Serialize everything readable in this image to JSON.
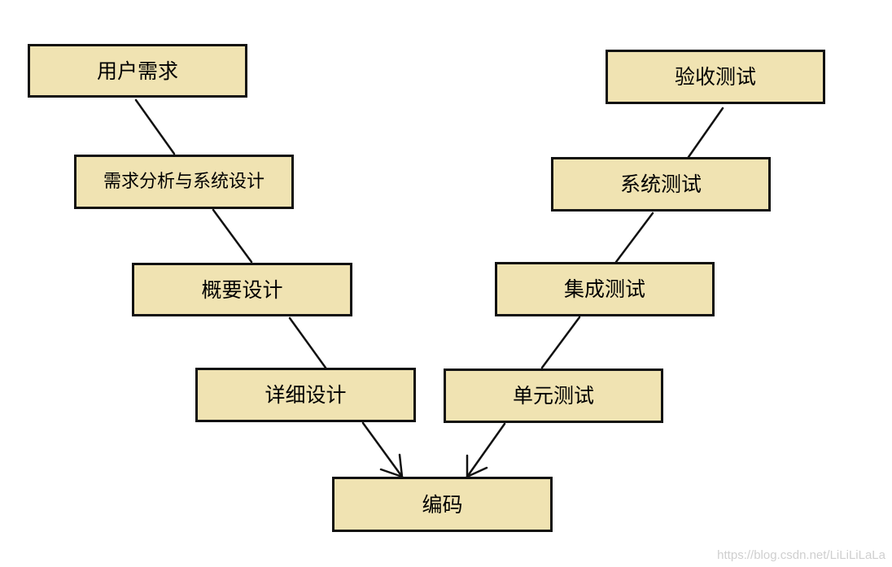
{
  "diagram": {
    "nodes": [
      {
        "id": "user-requirements",
        "label": "用户需求"
      },
      {
        "id": "requirements-analysis",
        "label": "需求分析与系统设计"
      },
      {
        "id": "outline-design",
        "label": "概要设计"
      },
      {
        "id": "detailed-design",
        "label": "详细设计"
      },
      {
        "id": "coding",
        "label": "编码"
      },
      {
        "id": "unit-testing",
        "label": "单元测试"
      },
      {
        "id": "integration-testing",
        "label": "集成测试"
      },
      {
        "id": "system-testing",
        "label": "系统测试"
      },
      {
        "id": "acceptance-testing",
        "label": "验收测试"
      }
    ],
    "edges": [
      {
        "from": "user-requirements",
        "to": "requirements-analysis",
        "arrow": false
      },
      {
        "from": "requirements-analysis",
        "to": "outline-design",
        "arrow": false
      },
      {
        "from": "outline-design",
        "to": "detailed-design",
        "arrow": false
      },
      {
        "from": "detailed-design",
        "to": "coding",
        "arrow": true
      },
      {
        "from": "unit-testing",
        "to": "coding",
        "arrow": true
      },
      {
        "from": "integration-testing",
        "to": "unit-testing",
        "arrow": false
      },
      {
        "from": "system-testing",
        "to": "integration-testing",
        "arrow": false
      },
      {
        "from": "acceptance-testing",
        "to": "system-testing",
        "arrow": false
      }
    ]
  },
  "watermark": "https://blog.csdn.net/LiLiLiLaLa",
  "colors": {
    "node_fill": "#f0e3b2",
    "node_border": "#111111",
    "line": "#111111",
    "watermark": "#cfcfcf"
  }
}
